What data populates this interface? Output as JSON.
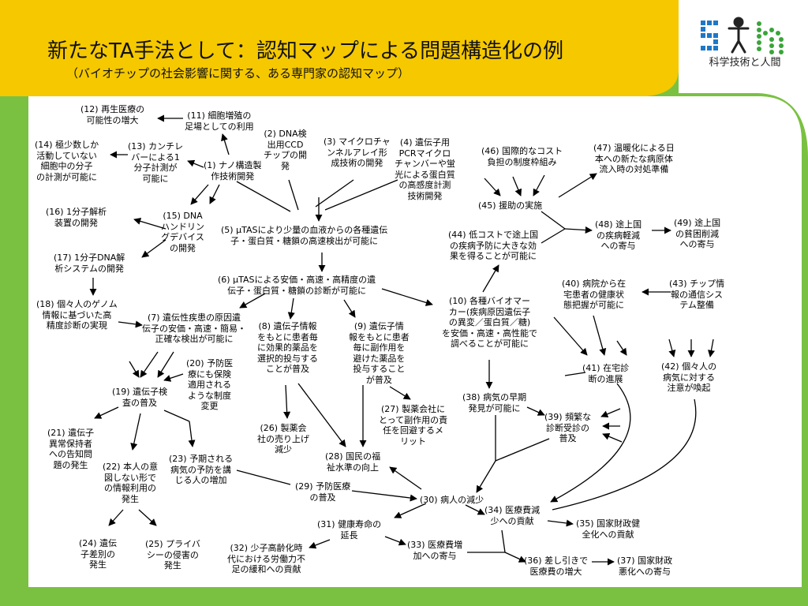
{
  "header": {
    "title": "新たなTA手法として：認知マップによる問題構造化の例",
    "subtitle": "（バイオチップの社会影響に関する、ある専門家の認知マップ）"
  },
  "logo": {
    "caption": "科学技術と人間",
    "colors": {
      "blue": "#1e78c8",
      "green": "#3aa43a"
    }
  },
  "colors": {
    "green_frame": "#7ac142",
    "yellow_band": "#f5c800"
  },
  "nodes": {
    "n12": "(12) 再生医療の\n可能性の増大",
    "n11": "(11) 細胞増殖の\n足場としての利用",
    "n2": "(2) DNA検\n出用CCD\nチップの開\n発",
    "n3": "(3) マイクロチャ\nンネルアレイ形\n成技術の開発",
    "n4": "(4) 遺伝子用\nPCRマイクロ\nチャンバーや蛍\n光による蛋白質\nの高感度計測\n技術開発",
    "n46": "(46) 国際的なコスト\n負担の制度枠組み",
    "n47": "(47) 温暖化による日\n本への新たな病原体\n流入時の対処準備",
    "n14": "(14) 極少数しか\n活動していない\n細胞中の分子\nの計測が可能に",
    "n13": "(13) カンチレ\nバーによる1\n分子計測が\n可能に",
    "n1": "(1) ナノ構造製\n作技術開発",
    "n45": "(45) 援助の実施",
    "n16": "(16) 1分子解析\n装置の開発",
    "n15": "(15) DNA\nハンドリン\nグデバイス\nの開発",
    "n5": "(5) μTASにより少量の血液からの各種遺伝\n子・蛋白質・糖鎖の高速検出が可能に",
    "n44": "(44) 低コストで途上国\nの疾病予防に大きな効\n果を得ることが可能に",
    "n48": "(48) 途上国\nの疾病軽減\nへの寄与",
    "n49": "(49) 途上国\nの貧困削減\nへの寄与",
    "n17": "(17) 1分子DNA解\n析システムの開発",
    "n6": "(6) μTASによる安価・高速・高精度の遺\n伝子・蛋白質・糖鎖の診断が可能に",
    "n40": "(40) 病院から在\n宅患者の健康状\n態把握が可能に",
    "n43": "(43) チップ情\n報の通信シス\nテム整備",
    "n18": "(18) 個々人のゲノム\n情報に基づいた高\n精度診断の実現",
    "n7": "(7) 遺伝性疾患の原因遺\n伝子の安価・高速・簡易・\n正確な検出が可能に",
    "n8": "(8) 遺伝子情報\nをもとに患者毎\nに効果的薬品を\n選択的投与する\nことが普及",
    "n9": "(9) 遺伝子情\n報をもとに患者\n毎に副作用を\n避けた薬品を\n投与すること\nが普及",
    "n10": "(10) 各種バイオマー\nカー(疾病原因遺伝子\nの異変／蛋白質／糖)\nを安価・高速・高性能で\n調べることが可能に",
    "n20": "(20) 予防医\n療にも保険\n適用される\nような制度\n変更",
    "n41": "(41) 在宅診\n断の進展",
    "n42": "(42) 個々人の\n病気に対する\n注意が喚起",
    "n19": "(19) 遺伝子検\n査の普及",
    "n38": "(38) 病気の早期\n発見が可能に",
    "n27": "(27) 製薬会社に\nとって副作用の責\n任を回避するメ\nリット",
    "n39": "(39) 頻繁な\n診断受診の\n普及",
    "n21": "(21) 遺伝子\n異常保持者\nへの告知問\n題の発生",
    "n26": "(26) 製薬会\n社の売り上げ\n減少",
    "n22": "(22) 本人の意\n図しない形で\nの情報利用の\n発生",
    "n23": "(23) 予期される\n病気の予防を講\nじる人の増加",
    "n28": "(28) 国民の福\n祉水準の向上",
    "n29": "(29) 予防医療\nの普及",
    "n30": "(30) 病人の減少",
    "n34": "(34) 医療費減\n少への貢献",
    "n35": "(35) 国家財政健\n全化への貢献",
    "n31": "(31) 健康寿命の\n延長",
    "n24": "(24) 遺伝\n子差別の\n発生",
    "n25": "(25) プライバ\nシーの侵害の\n発生",
    "n32": "(32) 少子高齢化時\n代における労働力不\n足の緩和への貢献",
    "n33": "(33) 医療費増\n加への寄与",
    "n36": "(36) 差し引きで\n医療費の増大",
    "n37": "(37) 国家財政\n悪化への寄与"
  }
}
